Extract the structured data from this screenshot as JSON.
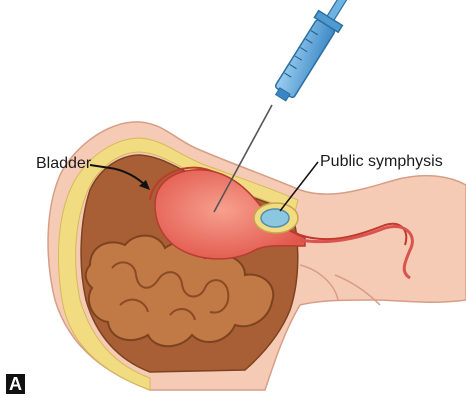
{
  "labels": {
    "bladder": "Bladder",
    "pubic_symphysis": "Public symphysis"
  },
  "panel_letter": "A",
  "colors": {
    "skin": "#f5c9b4",
    "fat": "#f3e08a",
    "muscle": "#9c5a34",
    "bowel": "#b9733f",
    "bladder": "#f07f6f",
    "bone": "#7fc0dc",
    "syringe": "#4f9bd1"
  }
}
